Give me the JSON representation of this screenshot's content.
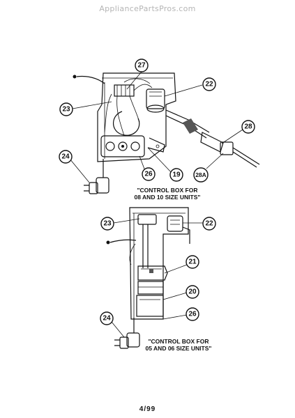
{
  "watermark": "AppliancePartsPros.com",
  "upper_diagram": {
    "caption_line1": "\"CONTROL BOX FOR",
    "caption_line2": "08 AND 10 SIZE UNITS\"",
    "callouts": [
      "27",
      "22",
      "23",
      "28",
      "24",
      "26",
      "19",
      "28A"
    ]
  },
  "lower_diagram": {
    "caption_line1": "\"CONTROL BOX FOR",
    "caption_line2": "05 AND 06 SIZE UNITS\"",
    "callouts": [
      "23",
      "22",
      "21",
      "20",
      "26",
      "24"
    ]
  },
  "page_number": "4/99"
}
